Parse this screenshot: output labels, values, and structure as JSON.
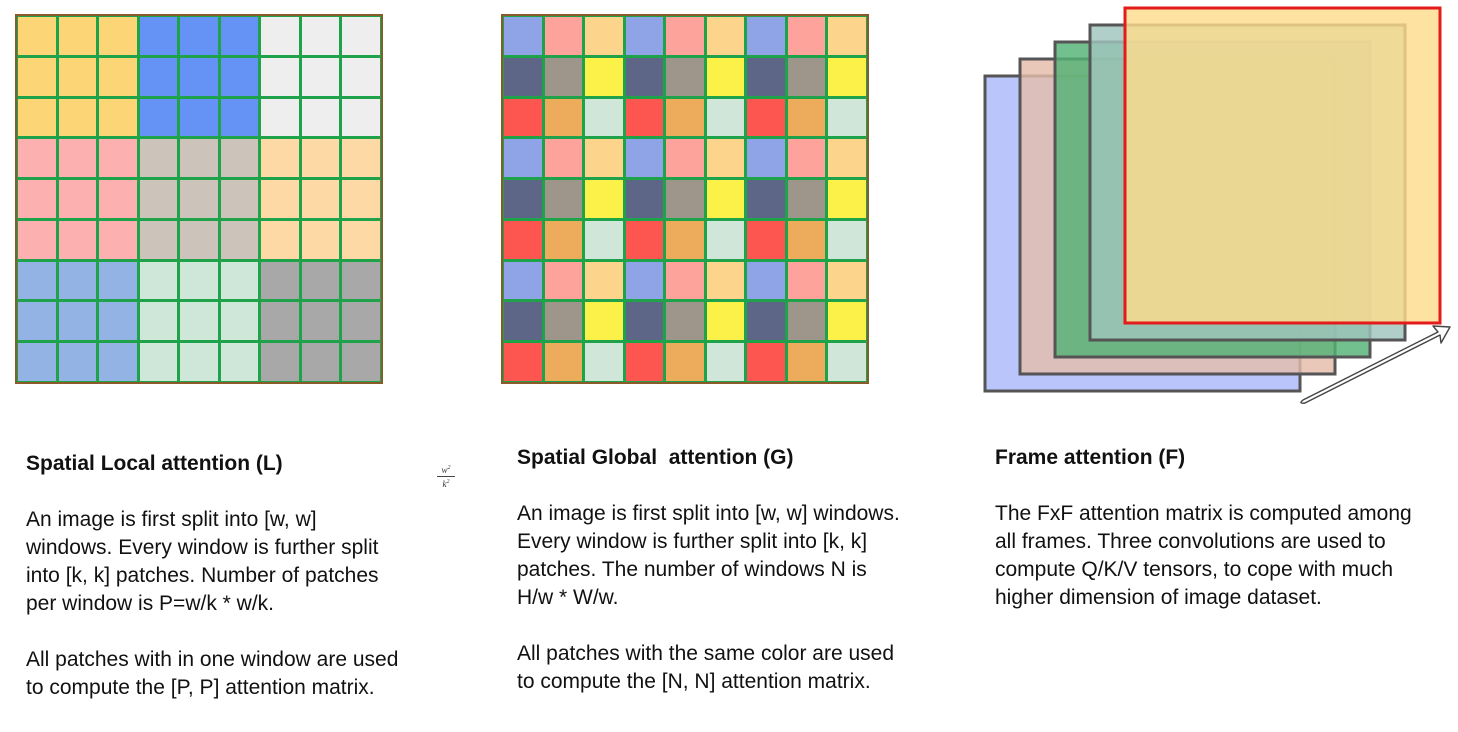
{
  "diagram": {
    "panels": [
      {
        "id": "local",
        "title": "Spatial Local attention (L)",
        "paragraphs": [
          "An image is first split into [w, w] windows. Every window is further split into [k, k] patches. Number of patches per window is P=w/k * w/k.",
          "All patches with in one window are used to compute the [P, P] attention matrix."
        ]
      },
      {
        "id": "global",
        "title": "Spatial Global  attention (G)",
        "paragraphs": [
          "An image is first split into [w, w] windows. Every window is further split into [k, k] patches. The number of windows N is H/w * W/w.",
          "All patches with the same color are used to compute the [N, N] attention matrix."
        ]
      },
      {
        "id": "frame",
        "title": "Frame attention (F)",
        "paragraphs": [
          "The FxF attention matrix is computed among all frames. Three convolutions are used to compute Q/K/V tensors, to cope with much higher dimension of image dataset."
        ]
      }
    ],
    "formula": {
      "numerator": "w",
      "denominator": "k",
      "exponent": "2"
    },
    "local_window_colors": [
      [
        "#fcd577",
        "#6593f5",
        "#eeeeee"
      ],
      [
        "#fdb0b0",
        "#ccc3ba",
        "#fdd9a6"
      ],
      [
        "#93b3e4",
        "#cfe7d9",
        "#a8a8a8"
      ]
    ],
    "global_patch_colors": [
      [
        "#8fa4e6",
        "#fea39b",
        "#fdd48b"
      ],
      [
        "#5d6687",
        "#9e958b",
        "#fbf148"
      ],
      [
        "#fd5651",
        "#edab5c",
        "#cfe6d8"
      ]
    ],
    "frames": {
      "fills": [
        "#b9c5fb",
        "#e4bcab",
        "#53b274",
        "#a0c5bd",
        "#fddc8e"
      ],
      "highlight_border": "#e31b1b",
      "border": "#555555"
    }
  }
}
